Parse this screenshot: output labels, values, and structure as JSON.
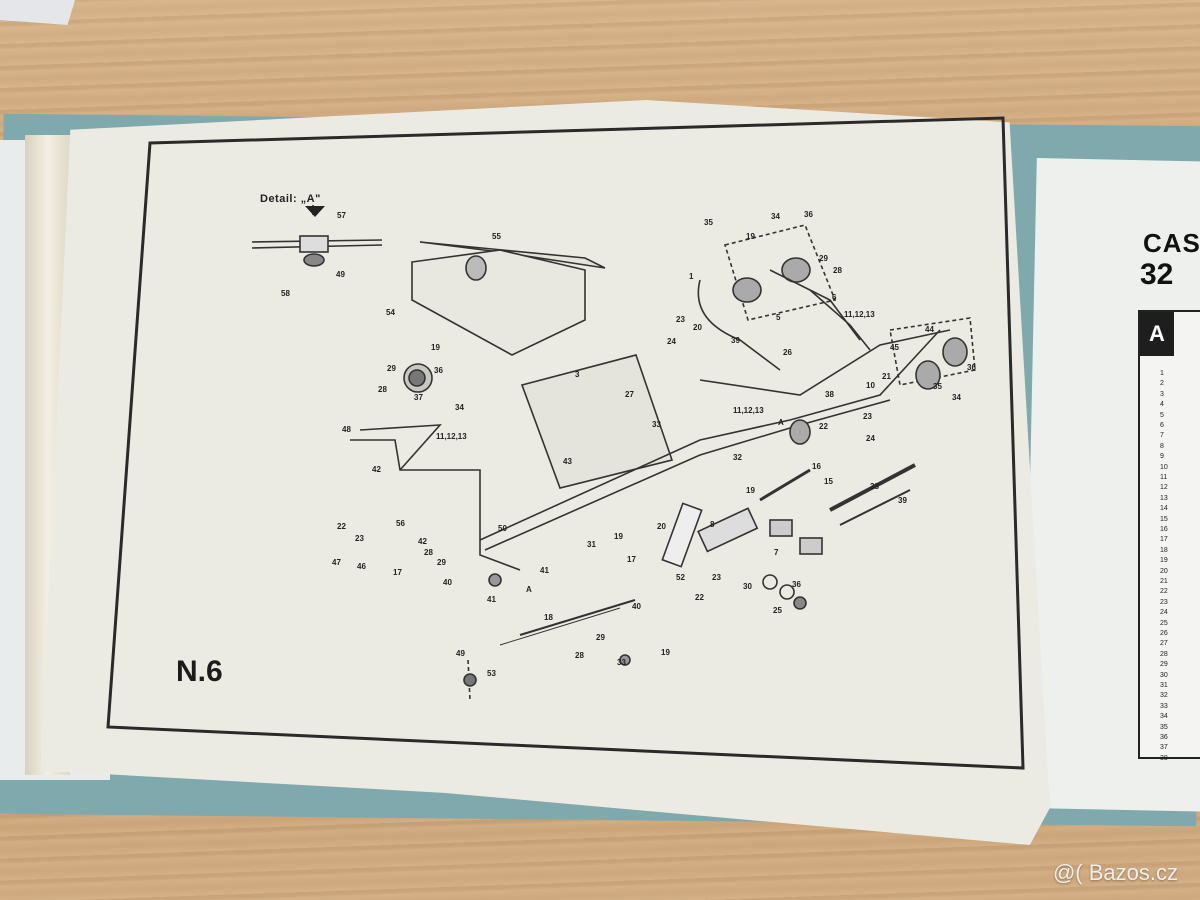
{
  "manual": {
    "plate_label": "N.6",
    "detail_label": "Detail: „A\"",
    "part_numbers": [
      {
        "id": "p57",
        "text": "57"
      },
      {
        "id": "p49a",
        "text": "49"
      },
      {
        "id": "p58",
        "text": "58"
      },
      {
        "id": "p55",
        "text": "55"
      },
      {
        "id": "p54",
        "text": "54"
      },
      {
        "id": "p19a",
        "text": "19"
      },
      {
        "id": "p36a",
        "text": "36"
      },
      {
        "id": "p29a",
        "text": "29"
      },
      {
        "id": "p28a",
        "text": "28"
      },
      {
        "id": "p37a",
        "text": "37"
      },
      {
        "id": "p34a",
        "text": "34"
      },
      {
        "id": "p48",
        "text": "48"
      },
      {
        "id": "p1112a",
        "text": "11,12,13"
      },
      {
        "id": "p42a",
        "text": "42"
      },
      {
        "id": "p3",
        "text": "3"
      },
      {
        "id": "p27",
        "text": "27"
      },
      {
        "id": "p33a",
        "text": "33"
      },
      {
        "id": "p43",
        "text": "43"
      },
      {
        "id": "p35a",
        "text": "35"
      },
      {
        "id": "p34b",
        "text": "34"
      },
      {
        "id": "p36b",
        "text": "36"
      },
      {
        "id": "p19b",
        "text": "19"
      },
      {
        "id": "p29b",
        "text": "29"
      },
      {
        "id": "p28b",
        "text": "28"
      },
      {
        "id": "p1",
        "text": "1"
      },
      {
        "id": "p6",
        "text": "6"
      },
      {
        "id": "p5",
        "text": "5"
      },
      {
        "id": "p1112b",
        "text": "11,12,13"
      },
      {
        "id": "p23a",
        "text": "23"
      },
      {
        "id": "p20a",
        "text": "20"
      },
      {
        "id": "p24a",
        "text": "24"
      },
      {
        "id": "p39a",
        "text": "39"
      },
      {
        "id": "p26",
        "text": "26"
      },
      {
        "id": "p44",
        "text": "44"
      },
      {
        "id": "p45",
        "text": "45"
      },
      {
        "id": "p36c",
        "text": "36"
      },
      {
        "id": "p35b",
        "text": "35"
      },
      {
        "id": "p34c",
        "text": "34"
      },
      {
        "id": "p21",
        "text": "21"
      },
      {
        "id": "p10",
        "text": "10"
      },
      {
        "id": "p38a",
        "text": "38"
      },
      {
        "id": "p1112c",
        "text": "11,12,13"
      },
      {
        "id": "pA1",
        "text": "A"
      },
      {
        "id": "p22a",
        "text": "22"
      },
      {
        "id": "p23b",
        "text": "23"
      },
      {
        "id": "p24b",
        "text": "24"
      },
      {
        "id": "p32",
        "text": "32"
      },
      {
        "id": "p16",
        "text": "16"
      },
      {
        "id": "p15",
        "text": "15"
      },
      {
        "id": "p38b",
        "text": "38"
      },
      {
        "id": "p39b",
        "text": "39"
      },
      {
        "id": "p19c",
        "text": "19"
      },
      {
        "id": "p56",
        "text": "56"
      },
      {
        "id": "p22b",
        "text": "22"
      },
      {
        "id": "p23c",
        "text": "23"
      },
      {
        "id": "p47",
        "text": "47"
      },
      {
        "id": "p46",
        "text": "46"
      },
      {
        "id": "p17a",
        "text": "17"
      },
      {
        "id": "p42b",
        "text": "42"
      },
      {
        "id": "p28c",
        "text": "28"
      },
      {
        "id": "p29c",
        "text": "29"
      },
      {
        "id": "p40a",
        "text": "40"
      },
      {
        "id": "p50",
        "text": "50"
      },
      {
        "id": "p31",
        "text": "31"
      },
      {
        "id": "p41a",
        "text": "41"
      },
      {
        "id": "pA2",
        "text": "A"
      },
      {
        "id": "p41b",
        "text": "41"
      },
      {
        "id": "p19d",
        "text": "19"
      },
      {
        "id": "p20b",
        "text": "20"
      },
      {
        "id": "p8",
        "text": "8"
      },
      {
        "id": "p7",
        "text": "7"
      },
      {
        "id": "p17b",
        "text": "17"
      },
      {
        "id": "p52",
        "text": "52"
      },
      {
        "id": "p23d",
        "text": "23"
      },
      {
        "id": "p22c",
        "text": "22"
      },
      {
        "id": "p30",
        "text": "30"
      },
      {
        "id": "p36d",
        "text": "36"
      },
      {
        "id": "p25",
        "text": "25"
      },
      {
        "id": "p18",
        "text": "18"
      },
      {
        "id": "p40b",
        "text": "40"
      },
      {
        "id": "p29d",
        "text": "29"
      },
      {
        "id": "p28d",
        "text": "28"
      },
      {
        "id": "p33b",
        "text": "33"
      },
      {
        "id": "p19e",
        "text": "19"
      },
      {
        "id": "p49b",
        "text": "49"
      },
      {
        "id": "p53",
        "text": "53"
      }
    ]
  },
  "right_page": {
    "title_line1": "CAS",
    "title_line2": "32",
    "table_header": "A",
    "row_numbers": [
      "1",
      "2",
      "3",
      "4",
      "5",
      "6",
      "7",
      "8",
      "9",
      "10",
      "11",
      "12",
      "13",
      "14",
      "15",
      "16",
      "17",
      "18",
      "19",
      "20",
      "21",
      "22",
      "23",
      "24",
      "25",
      "26",
      "27",
      "28",
      "29",
      "30",
      "31",
      "32",
      "33",
      "34",
      "35",
      "36",
      "37",
      "38"
    ]
  },
  "watermark": "@( Bazos.cz"
}
